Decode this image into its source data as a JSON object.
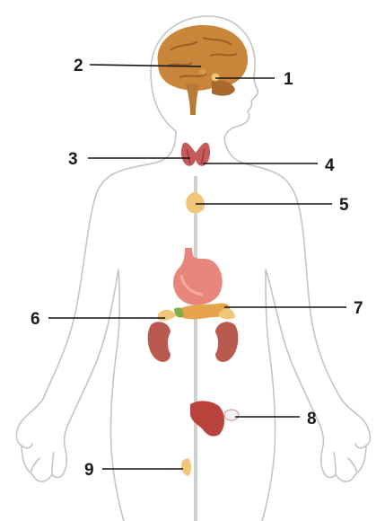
{
  "labels": {
    "l1": "1",
    "l2": "2",
    "l3": "3",
    "l4": "4",
    "l5": "5",
    "l6": "6",
    "l7": "7",
    "l8": "8",
    "l9": "9"
  },
  "colors": {
    "outline": "#bdbdbd",
    "brain": "#c9863a",
    "brain_dark": "#9a5d22",
    "thyroid": "#c45a5a",
    "stomach": "#e8867b",
    "kidney": "#b85a4e",
    "gland": "#f0c77a",
    "pancreas": "#e8a24a",
    "uterus": "#b9433c",
    "line": "#111111"
  }
}
